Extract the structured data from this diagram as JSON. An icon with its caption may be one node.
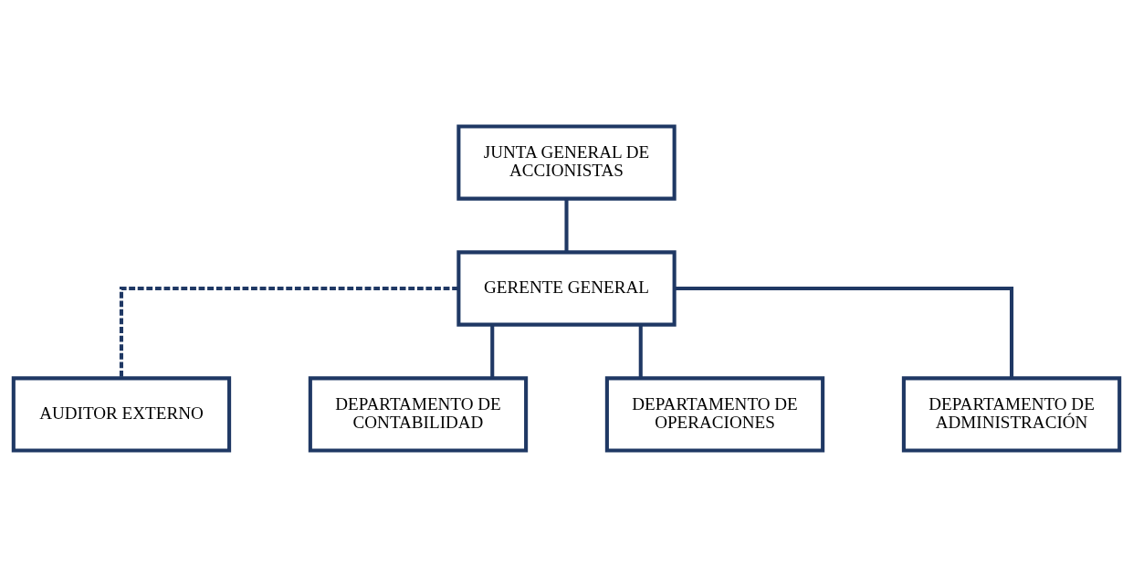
{
  "diagram": {
    "nodes": [
      {
        "text": [
          "JUNTA GENERAL DE ACCIONISTAS"
        ]
      },
      {
        "text": [
          "GERENTE GENERAL"
        ]
      },
      {
        "text": [
          "AUDITOR EXTERNO"
        ]
      },
      {
        "text": [
          "DEPARTAMENTO DE CONTABILIDAD"
        ]
      },
      {
        "text": [
          "DEPARTAMENTO DE OPERACIONES"
        ]
      },
      {
        "text": [
          "DEPARTAMENTO DE ADMINISTRACIÓN"
        ]
      }
    ],
    "edges": [
      {
        "from": 0,
        "to": 1,
        "arrow": "none"
      },
      {
        "from": 1,
        "to": 2,
        "arrow": "none",
        "style": "dashed"
      },
      {
        "from": 1,
        "to": 3,
        "arrow": "none"
      },
      {
        "from": 1,
        "to": 4,
        "arrow": "none"
      },
      {
        "from": 1,
        "to": 5,
        "arrow": "none"
      }
    ]
  }
}
